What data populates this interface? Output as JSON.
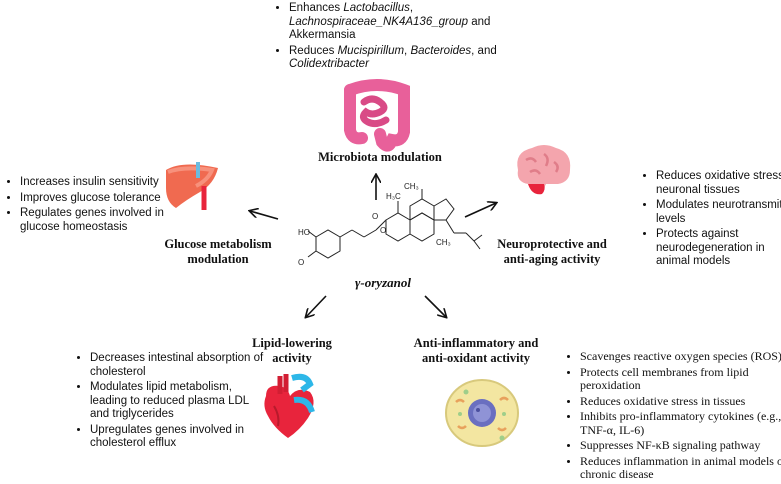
{
  "center": {
    "compound_name": "γ-oryzanol"
  },
  "microbiota": {
    "title": "Microbiota modulation",
    "points": [
      {
        "parts": [
          {
            "t": "Enhances ",
            "i": false
          },
          {
            "t": "Lactobacillus",
            "i": true
          },
          {
            "t": ", ",
            "i": false
          },
          {
            "t": "Lachnospiraceae_NK4A136_group",
            "i": true
          },
          {
            "t": " and Akkermansia",
            "i": false
          }
        ]
      },
      {
        "parts": [
          {
            "t": "Reduces ",
            "i": false
          },
          {
            "t": "Mucispirillum",
            "i": true
          },
          {
            "t": ", ",
            "i": false
          },
          {
            "t": "Bacteroides",
            "i": true
          },
          {
            "t": ", and ",
            "i": false
          },
          {
            "t": "Colidextribacter",
            "i": true
          }
        ]
      }
    ]
  },
  "glucose": {
    "title": "Glucose metabolism modulation",
    "points": [
      "Increases insulin sensitivity",
      "Improves glucose tolerance",
      "Regulates genes involved in glucose homeostasis"
    ]
  },
  "neuro": {
    "title": "Neuroprotective and anti-aging activity",
    "points": [
      "Reduces oxidative stress in neuronal tissues",
      "Modulates neurotransmitter levels",
      "Protects against neurodegeneration in animal models"
    ]
  },
  "lipid": {
    "title": "Lipid-lowering activity",
    "points": [
      "Decreases intestinal absorption of cholesterol",
      "Modulates lipid metabolism, leading to reduced plasma LDL and triglycerides",
      "Upregulates genes involved in cholesterol efflux"
    ]
  },
  "antiinflam": {
    "title": "Anti-inflammatory and anti-oxidant activity",
    "points": [
      "Scavenges reactive oxygen species (ROS)",
      "Protects cell membranes from lipid peroxidation",
      "Reduces oxidative stress in tissues",
      "Inhibits pro-inflammatory cytokines (e.g., TNF-α, IL-6)",
      "Suppresses NF-κB signaling pathway",
      "Reduces inflammation in animal models of chronic disease"
    ]
  },
  "colors": {
    "intestine": "#e8609a",
    "liver": "#f06a50",
    "brain": "#f4a5ad",
    "heart_red": "#e8243c",
    "heart_blue": "#2db7e8",
    "cell": "#f3e6a1",
    "nucleus": "#6a6fc0"
  }
}
